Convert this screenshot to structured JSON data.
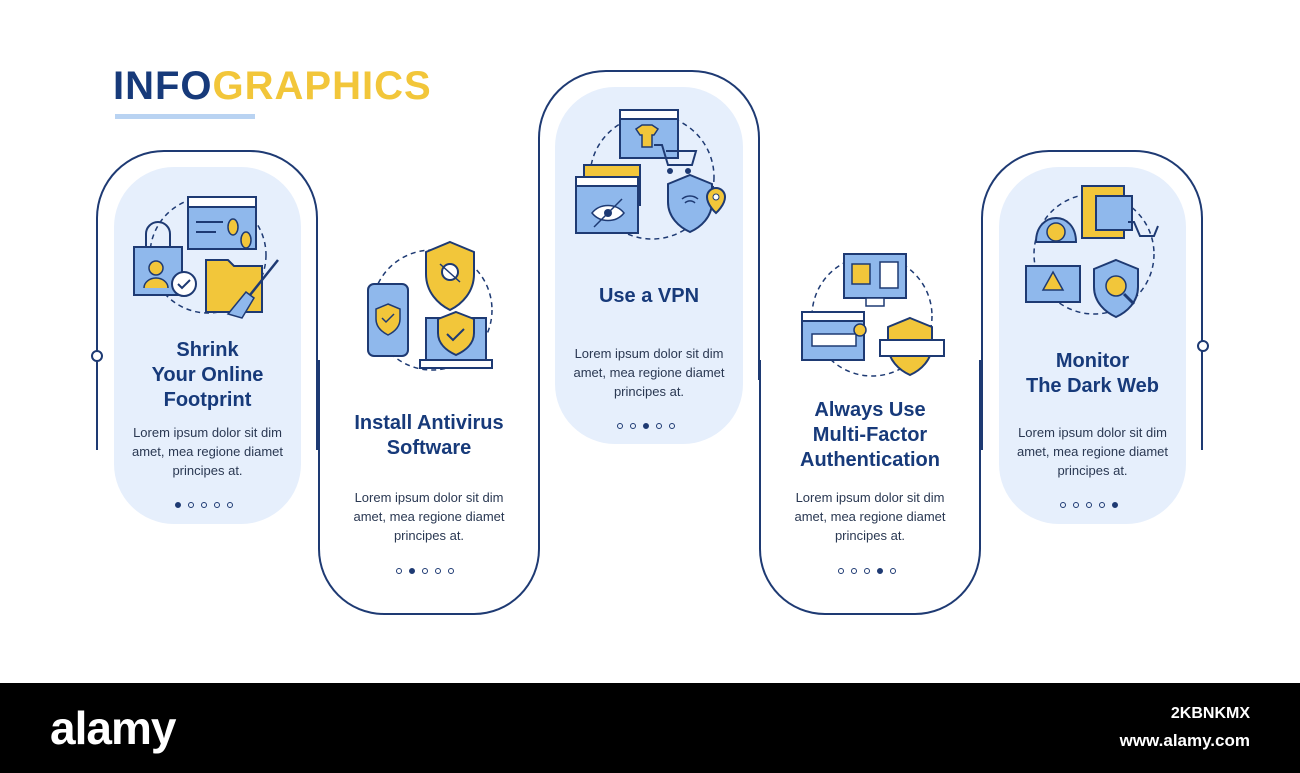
{
  "title": {
    "part1": "INFO",
    "part2": "GRAPHICS"
  },
  "steps": [
    {
      "heading_lines": [
        "Shrink",
        "Your Online",
        "Footprint"
      ],
      "body_lines": [
        "Lorem ipsum dolor sit dim",
        "amet, mea regione diamet",
        "principes at."
      ],
      "icon": "online-footprint-icon",
      "active_dot": 1
    },
    {
      "heading_lines": [
        "Install Antivirus",
        "Software"
      ],
      "body_lines": [
        "Lorem ipsum dolor sit dim",
        "amet, mea regione diamet",
        "principes at."
      ],
      "icon": "antivirus-icon",
      "active_dot": 2
    },
    {
      "heading_lines": [
        "Use a VPN"
      ],
      "body_lines": [
        "Lorem ipsum dolor sit dim",
        "amet, mea regione diamet",
        "principes at."
      ],
      "icon": "vpn-icon",
      "active_dot": 3
    },
    {
      "heading_lines": [
        "Always Use",
        "Multi-Factor",
        "Authentication"
      ],
      "body_lines": [
        "Lorem ipsum dolor sit dim",
        "amet, mea regione diamet",
        "principes at."
      ],
      "icon": "multi-factor-auth-icon",
      "active_dot": 4
    },
    {
      "heading_lines": [
        "Monitor",
        "The Dark Web"
      ],
      "body_lines": [
        "Lorem ipsum dolor sit dim",
        "amet, mea regione diamet",
        "principes at."
      ],
      "icon": "dark-web-monitor-icon",
      "active_dot": 5
    }
  ],
  "footer": {
    "brand": "alamy",
    "image_id": "2KBNKMX",
    "site": "www.alamy.com"
  },
  "colors": {
    "navy": "#1e3a73",
    "yellow": "#f2c63a",
    "panel": "#e6effc",
    "icon_blue": "#8fb8ec"
  }
}
